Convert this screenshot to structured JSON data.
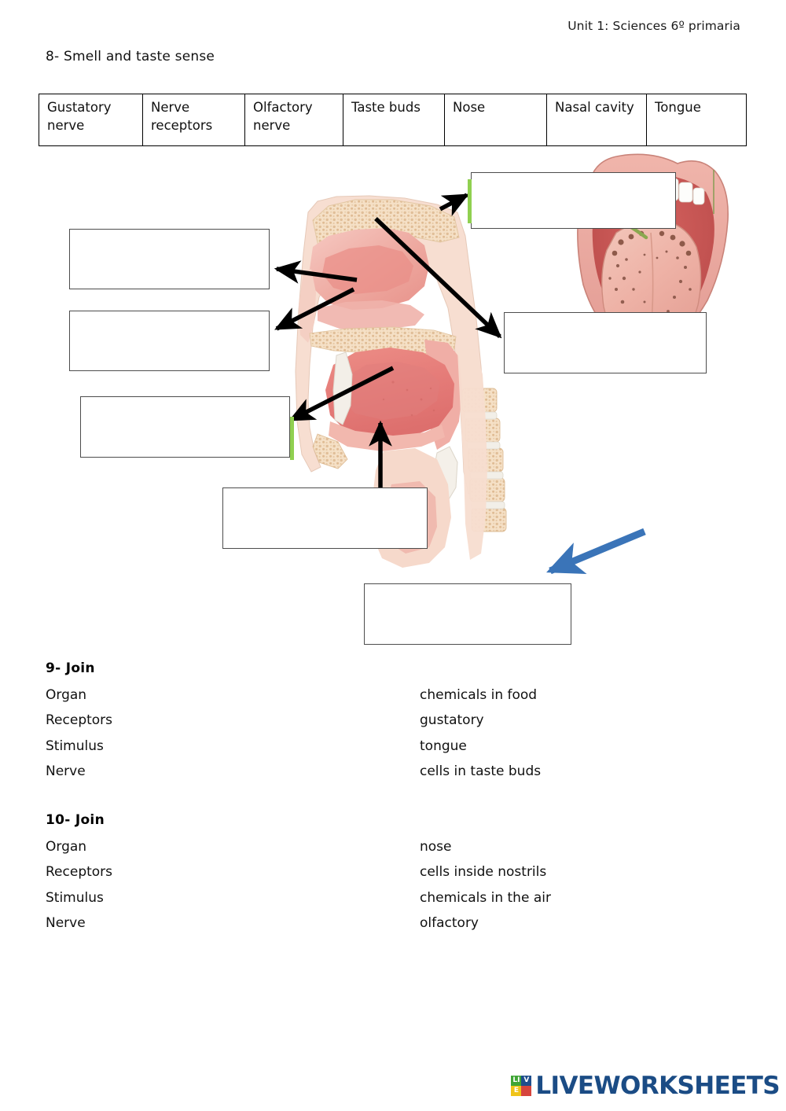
{
  "header": {
    "unit_label": "Unit 1: Sciences 6º primaria"
  },
  "worksheet": {
    "title": "8- Smell and taste sense"
  },
  "word_bank": {
    "cells": [
      "Gustatory nerve",
      "Nerve receptors",
      "Olfactory nerve",
      "Taste buds",
      "Nose",
      "Nasal cavity",
      "Tongue"
    ]
  },
  "diagram": {
    "image_name": "head-sagittal-cross-section",
    "tongue_image_name": "open-mouth-tongue-taste-buds",
    "answer_boxes": [
      {
        "name": "answer-box-top-right",
        "value": "",
        "placeholder": ""
      },
      {
        "name": "answer-box-left-1",
        "value": "",
        "placeholder": ""
      },
      {
        "name": "answer-box-left-2",
        "value": "",
        "placeholder": ""
      },
      {
        "name": "answer-box-right-middle",
        "value": "",
        "placeholder": ""
      },
      {
        "name": "answer-box-left-3",
        "value": "",
        "placeholder": ""
      },
      {
        "name": "answer-box-center-bottom",
        "value": "",
        "placeholder": ""
      },
      {
        "name": "answer-box-tongue",
        "value": "",
        "placeholder": ""
      }
    ],
    "accent_color": "#90d050",
    "arrow_color": "#000000",
    "tongue_arrow_color": "#3a74b8"
  },
  "join_sections": [
    {
      "heading": "9-  Join",
      "left_items": [
        "Organ",
        "Receptors",
        "Stimulus",
        "Nerve"
      ],
      "right_items": [
        "chemicals in food",
        "gustatory",
        "tongue",
        "cells in taste buds"
      ]
    },
    {
      "heading": "10-  Join",
      "left_items": [
        "Organ",
        "Receptors",
        "Stimulus",
        "Nerve"
      ],
      "right_items": [
        "nose",
        "cells inside nostrils",
        "chemicals in the air",
        "olfactory"
      ]
    }
  ],
  "footer": {
    "logo_cells": [
      "LI",
      "V",
      "E",
      ""
    ],
    "logo_text": "LIVEWORKSHEETS",
    "logo_color": "#1b4c85"
  }
}
